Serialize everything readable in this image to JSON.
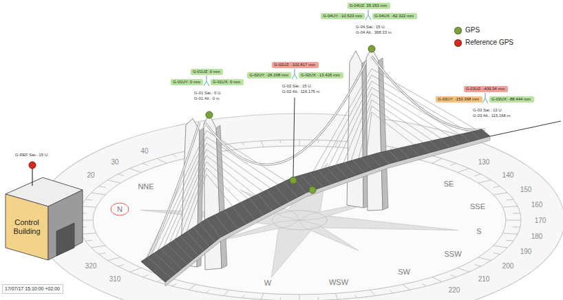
{
  "diagram": {
    "nodes": [
      {
        "text": [
          "G-04UZ: 35.153 mm"
        ]
      },
      {
        "text": [
          "G-04UY: -10.523 mm"
        ]
      },
      {
        "text": [
          "G-04UX: -62.322 mm"
        ]
      },
      {
        "text": [
          "G-02UZ: -102.817 mm"
        ]
      },
      {
        "text": [
          "G-02UY: -26.208 mm"
        ]
      },
      {
        "text": [
          "G-02UX: -13.426 mm"
        ]
      },
      {
        "text": [
          "G-01UZ: 0 mm"
        ]
      },
      {
        "text": [
          "G-01UY: 0 mm"
        ]
      },
      {
        "text": [
          "G-01UX: 0 mm"
        ]
      },
      {
        "text": [
          "G-03UZ: -409.34 mm"
        ]
      },
      {
        "text": [
          "G-03UY: -153.368 mm"
        ]
      },
      {
        "text": [
          "G-03UX: -88.444 mm"
        ]
      },
      {
        "text": [
          "Control Building"
        ]
      },
      {
        "text": [
          "17/07/17 15:10:00 +02:00"
        ]
      }
    ],
    "labels": [
      "G-04 Sat.: 15 U.",
      "G-04 Alt.: 368.33 m",
      "G-02 Sat.: 15 U.",
      "G-02 Alt.: 116.175 m",
      "G-01 Sat.: 0 U.",
      "G-01 Alt.: 0 m",
      "G-03 Sat.: 13 U.",
      "G-03 Alt.: 115.168 m",
      "G-REF Sat.: 15 U.",
      "N",
      "NNE",
      "SE",
      "SSE",
      "S",
      "SSW",
      "SW",
      "WSW",
      "W",
      "20",
      "30",
      "40",
      "130",
      "140",
      "150",
      "160",
      "170",
      "180",
      "190",
      "200",
      "210",
      "220",
      "310",
      "320"
    ],
    "legend": [
      {
        "text": "GPS",
        "color": "#7aa33a"
      },
      {
        "text": "Reference GPS",
        "color": "#d42a1e"
      }
    ]
  }
}
